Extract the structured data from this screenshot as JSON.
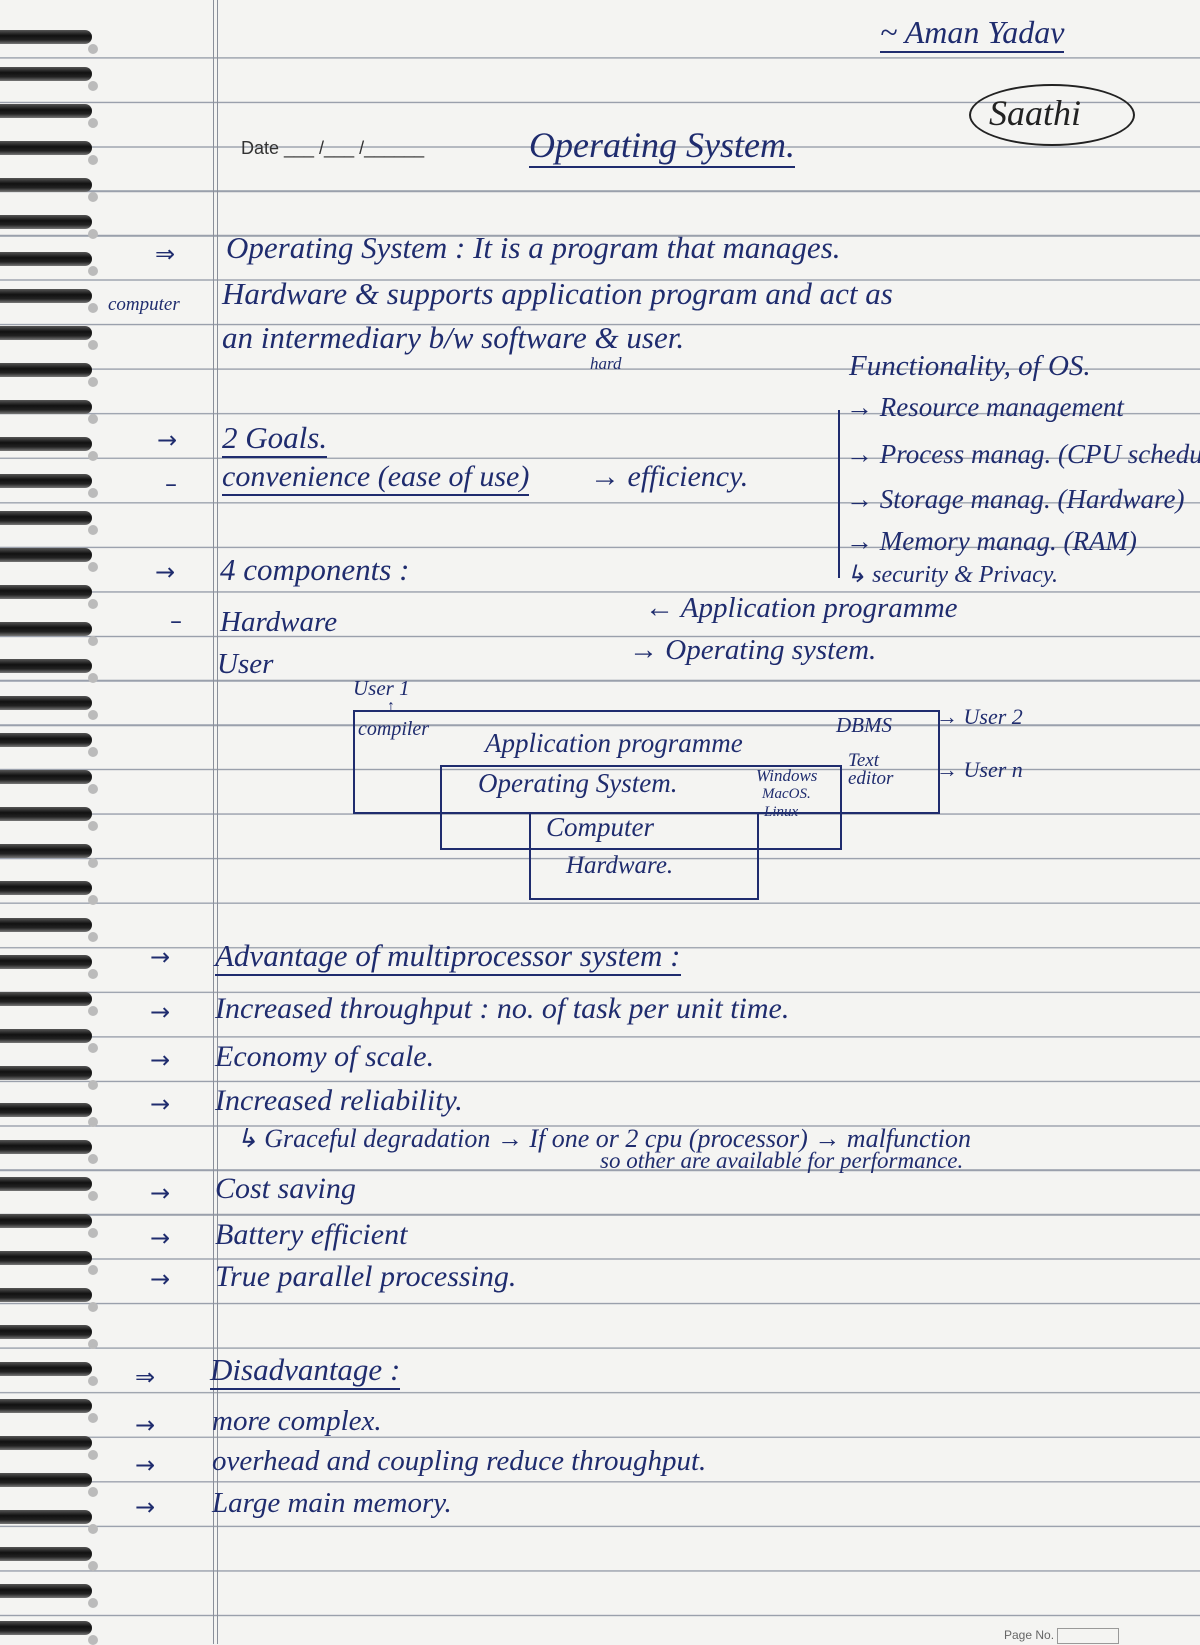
{
  "author": "~ Aman Yadav",
  "brand_logo": "Saathi",
  "date_label": "Date ___ /___ /______",
  "title": "Operating System.",
  "definition": {
    "margin_note": "computer",
    "line1": "Operating System : It is a program that manages.",
    "line2": "Hardware & supports application program and act as",
    "line3": "an intermediary b/w software & user.",
    "correction": "hard"
  },
  "functionality": {
    "heading": "Functionality, of OS.",
    "items": [
      "Resource management",
      "Process manag. (CPU scheduling",
      "Storage manag. (Hardware)",
      "Memory manag. (RAM)",
      "security & Privacy."
    ]
  },
  "goals": {
    "heading": "2 Goals.",
    "line": "convenience (ease of use)",
    "second": "→ efficiency."
  },
  "components": {
    "heading": "4 components :",
    "items": [
      "Hardware",
      "User",
      "← Application programme",
      "→ Operating system."
    ]
  },
  "diagram": {
    "user1": "User 1",
    "compiler": "compiler",
    "application": "Application programme",
    "dbms": "DBMS",
    "user2": "User 2",
    "os": "Operating System.",
    "os_examples": [
      "Windows",
      "MacOS.",
      "Linux"
    ],
    "text_editor": "Text editor",
    "usern": "User n",
    "computer": "Computer",
    "hardware": "Hardware."
  },
  "advantages": {
    "heading": "Advantage of multiprocessor system :",
    "items": [
      "Increased throughput : no. of task per unit time.",
      "Economy of scale.",
      "Increased reliability.",
      "↳ Graceful degradation → If one or 2 cpu (processor) → malfunction",
      "so other are available for performance.",
      "Cost saving",
      "Battery efficient",
      "True parallel processing."
    ]
  },
  "disadvantages": {
    "heading": "Disadvantage :",
    "items": [
      "more complex.",
      "overhead and coupling reduce throughput.",
      "Large main memory."
    ]
  },
  "page_no_label": "Page No."
}
